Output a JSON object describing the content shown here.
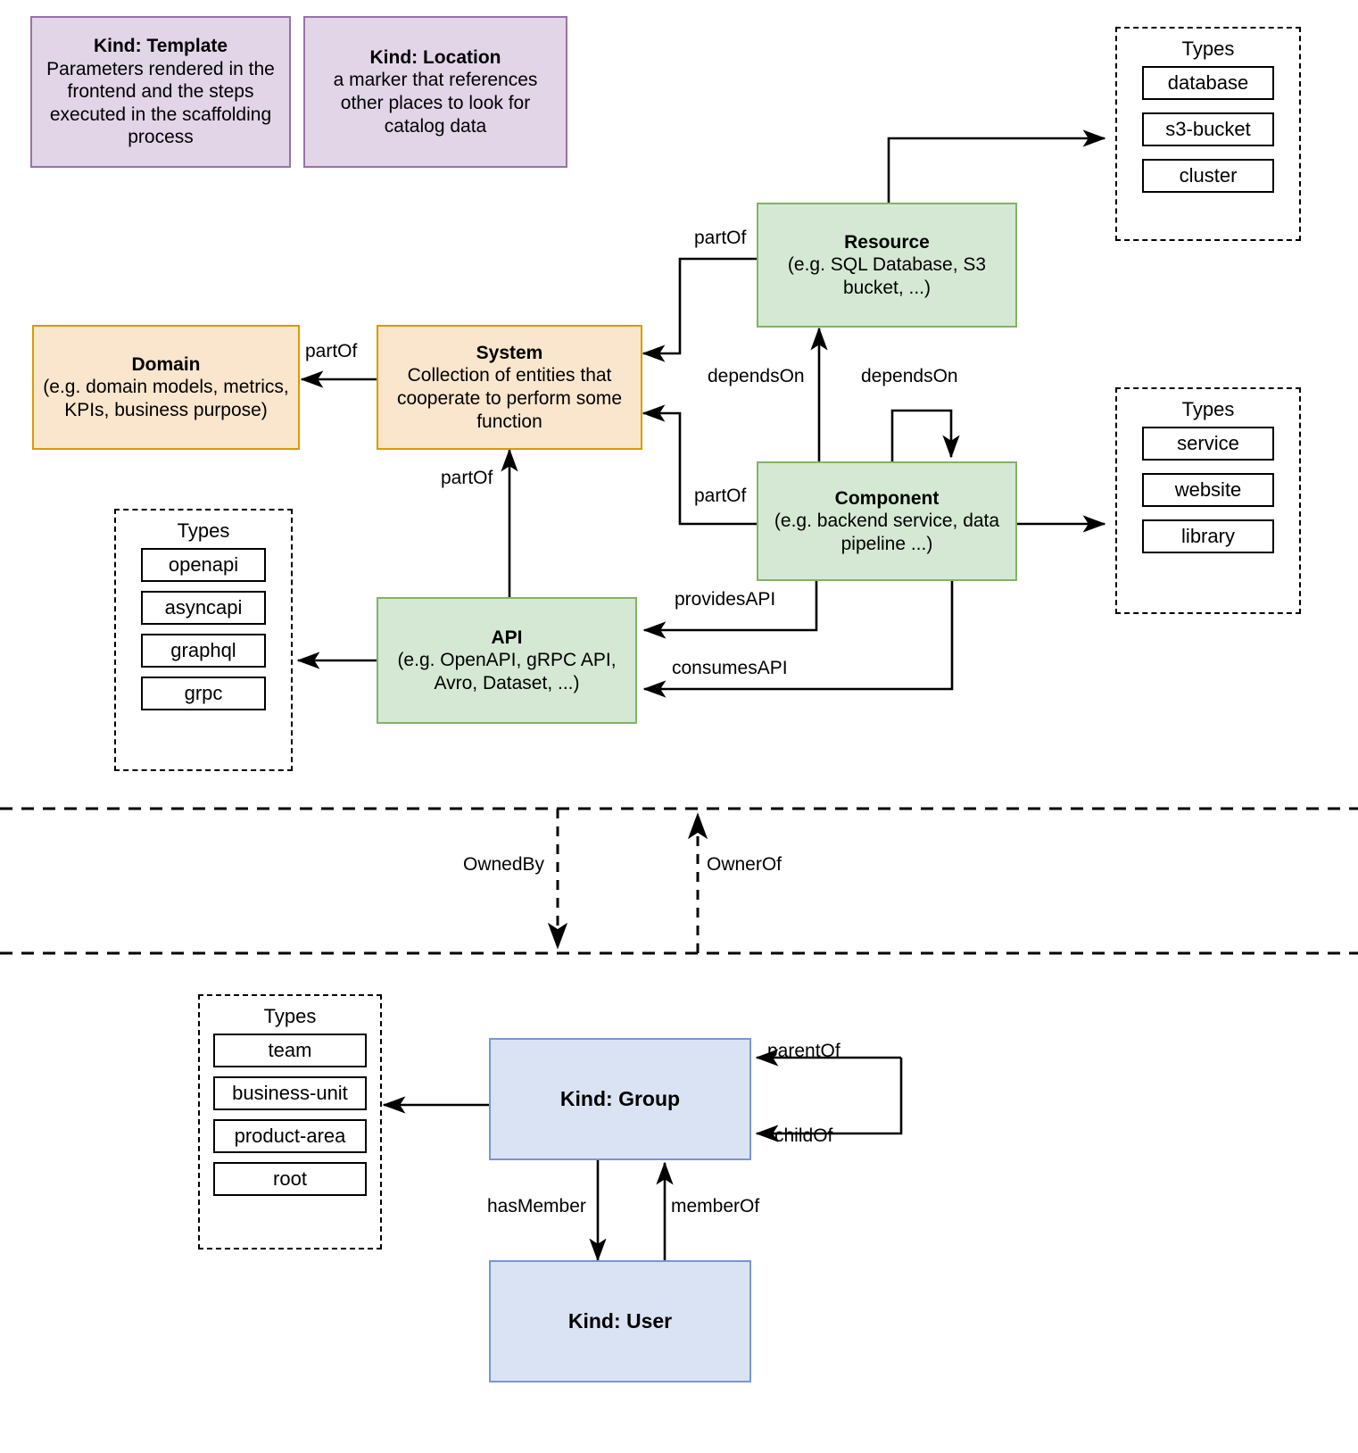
{
  "title": "Backstage Catalog Entity Kinds and Relations",
  "nodes": {
    "template": {
      "title": "Kind: Template",
      "desc": "Parameters rendered in the frontend and the steps executed in  the scaffolding process"
    },
    "location": {
      "title": "Kind: Location",
      "desc": "a marker that references other places to look for catalog data"
    },
    "domain": {
      "title": "Domain",
      "desc": "(e.g.  domain models, metrics, KPIs, business purpose)"
    },
    "system": {
      "title": "System",
      "desc": "Collection of entities that cooperate to perform some function"
    },
    "resource": {
      "title": "Resource",
      "desc": "(e.g. SQL Database, S3 bucket, ...)"
    },
    "component": {
      "title": "Component",
      "desc": "(e.g. backend service, data pipeline ...)"
    },
    "api": {
      "title": "API",
      "desc": "(e.g. OpenAPI, gRPC API, Avro, Dataset, ...)"
    },
    "group": {
      "title": "Kind: Group"
    },
    "user": {
      "title": "Kind: User"
    }
  },
  "types_panels": {
    "resource": {
      "label": "Types",
      "items": [
        "database",
        "s3-bucket",
        "cluster"
      ]
    },
    "component": {
      "label": "Types",
      "items": [
        "service",
        "website",
        "library"
      ]
    },
    "api": {
      "label": "Types",
      "items": [
        "openapi",
        "asyncapi",
        "graphql",
        "grpc"
      ]
    },
    "group": {
      "label": "Types",
      "items": [
        "team",
        "business-unit",
        "product-area",
        "root"
      ]
    }
  },
  "edge_labels": {
    "system_partof_domain": "partOf",
    "resource_partof_system": "partOf",
    "component_partof_system": "partOf",
    "api_partof_system": "partOf",
    "component_dependson_resource": "dependsOn",
    "component_dependson_component": "dependsOn",
    "component_providesapi": "providesAPI",
    "component_consumesapi": "consumesAPI",
    "ownedby": "OwnedBy",
    "ownerof": "OwnerOf",
    "group_parentof": "parentOf",
    "group_childof": "childOf",
    "group_hasmember": "hasMember",
    "user_memberof": "memberOf"
  },
  "colors": {
    "purple_fill": "#e1d5e7",
    "purple_border": "#9673a6",
    "orange_fill": "#fae5cd",
    "orange_border": "#d79b00",
    "green_fill": "#d5e8d4",
    "green_border": "#82b366",
    "blue_fill": "#dae3f3",
    "blue_border": "#7a96cf",
    "line": "#000000"
  }
}
